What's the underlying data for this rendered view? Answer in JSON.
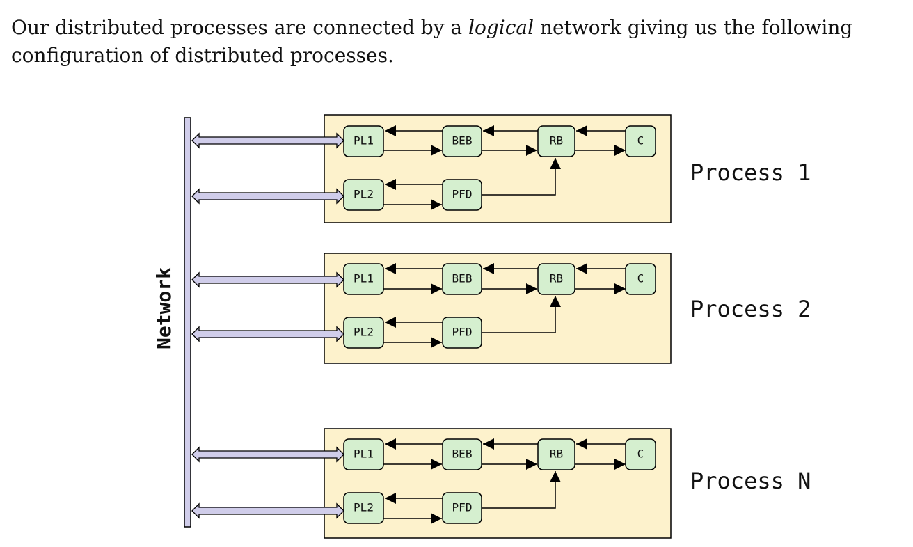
{
  "intro": {
    "before": "Our distributed processes are connected by a ",
    "emphasis": "logical",
    "after": " network giving us the following configuration of distributed processes."
  },
  "network": {
    "label": "Network"
  },
  "modules": {
    "pl1": "PL1",
    "beb": "BEB",
    "rb": "RB",
    "c": "C",
    "pl2": "PL2",
    "pfd": "PFD"
  },
  "processes": [
    {
      "label": "Process 1"
    },
    {
      "label": "Process 2"
    },
    {
      "label": "Process N"
    }
  ],
  "colors": {
    "process_fill": "#fdf2cc",
    "module_fill": "#d5efcf",
    "network_fill": "#d0cdea",
    "stroke": "#000000"
  }
}
